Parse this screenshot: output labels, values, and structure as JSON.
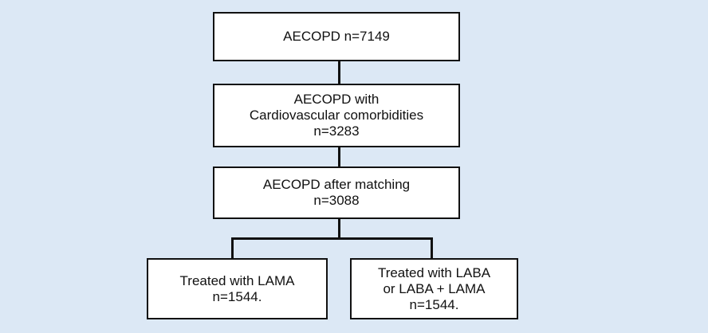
{
  "flowchart": {
    "boxes": {
      "total": {
        "lines": [
          "AECOPD n=7149"
        ]
      },
      "cardio": {
        "lines": [
          "AECOPD with",
          "Cardiovascular comorbidities",
          "n=3283"
        ]
      },
      "matched": {
        "lines": [
          "AECOPD after matching",
          "n=3088"
        ]
      },
      "lama": {
        "lines": [
          "Treated with LAMA",
          "n=1544."
        ]
      },
      "laba": {
        "lines": [
          "Treated with LABA",
          "or LABA + LAMA",
          "n=1544."
        ]
      }
    }
  },
  "colors": {
    "background": "#dce8f5",
    "box_fill": "#ffffff",
    "border": "#111111"
  }
}
